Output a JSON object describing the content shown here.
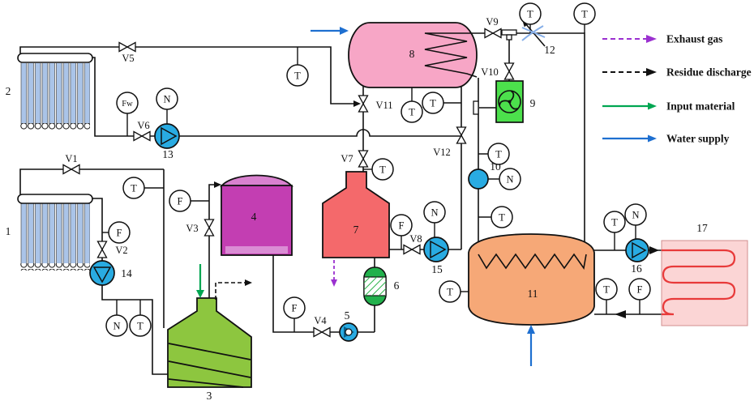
{
  "component_labels": {
    "c1": "1",
    "c2": "2",
    "c3": "3",
    "c4": "4",
    "c5": "5",
    "c6": "6",
    "c7": "7",
    "c8": "8",
    "c9": "9",
    "c10": "10",
    "c11": "11",
    "c12": "12",
    "c13": "13",
    "c14": "14",
    "c15": "15",
    "c16": "16",
    "c17": "17"
  },
  "valves": {
    "v1": "V1",
    "v2": "V2",
    "v3": "V3",
    "v4": "V4",
    "v5": "V5",
    "v6": "V6",
    "v7": "V7",
    "v8": "V8",
    "v9": "V9",
    "v10": "V10",
    "v11": "V11",
    "v12": "V12"
  },
  "sensors": {
    "temperature": "T",
    "speed": "N",
    "flow": "F",
    "flow_water": "Fw"
  },
  "legend": {
    "items": [
      {
        "label": "Exhaust gas",
        "line_style": "dashed",
        "color": "#9b30d0"
      },
      {
        "label": "Residue discharge",
        "line_style": "dashed",
        "color": "#111111"
      },
      {
        "label": "Input material",
        "line_style": "solid",
        "color": "#00a651"
      },
      {
        "label": "Water supply",
        "line_style": "solid",
        "color": "#1e6fd0"
      }
    ]
  },
  "colors": {
    "pump_blue": "#29abe2",
    "collector_tube": "#aac4e8",
    "tank8_pink": "#f7a6c6",
    "tank4_magenta": "#c33eb2",
    "tank4_dome": "#d981cf",
    "tank7_red": "#f4696b",
    "tank3_green": "#8dc63f",
    "fan9_green": "#4ce04c",
    "capsule_green": "#22b14c",
    "tank11_orange": "#f6a877",
    "heater17_bg": "#fbd5d5",
    "heater17_coil": "#e83a3a",
    "exhaust_purple": "#9b30d0",
    "input_green": "#00a651",
    "water_blue": "#1e6fd0"
  }
}
